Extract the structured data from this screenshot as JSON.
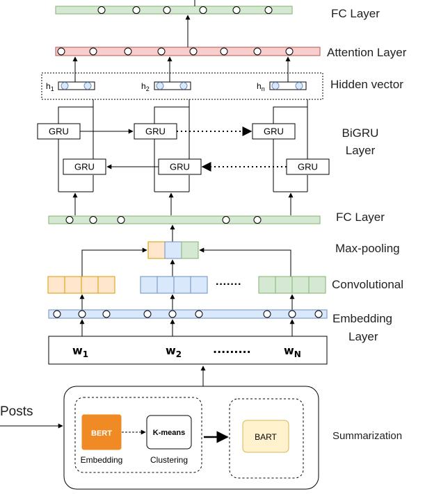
{
  "layers": {
    "fc_top": "FC Layer",
    "attention": "Attention Layer",
    "hidden_vector": "Hidden vector",
    "bigru_line1": "BiGRU",
    "bigru_line2": "Layer",
    "fc_mid": "FC Layer",
    "max_pooling": "Max-pooling",
    "convolutional": "Convolutional",
    "embedding_line1": "Embedding",
    "embedding_line2": "Layer",
    "summarization": "Summarization"
  },
  "hidden": {
    "h1": "h",
    "h1_sub": "1",
    "h2": "h",
    "h2_sub": "2",
    "hn": "h",
    "hn_sub": "n"
  },
  "gru_label": "GRU",
  "words": {
    "w1": "w",
    "w1_sub": "1",
    "w2": "w",
    "w2_sub": "2",
    "wn": "w",
    "wn_sub": "N",
    "dots": "........."
  },
  "conv_dots": "·······",
  "posts": "Posts",
  "summ": {
    "bert": "BERT",
    "kmeans": "K-means",
    "bart": "BART",
    "embedding": "Embedding",
    "clustering": "Clustering"
  },
  "colors": {
    "fc_fill": "#d5e8d4",
    "fc_stroke": "#82b366",
    "att_fill": "#f8cecc",
    "att_stroke": "#b85450",
    "emb_fill": "#dae8fc",
    "emb_stroke": "#6c8ebf",
    "conv_orange_fill": "#ffe6cc",
    "conv_orange_stroke": "#d79b00",
    "bert_fill": "#f08a24",
    "bart_fill": "#fff2cc",
    "bart_stroke": "#d6b656"
  }
}
